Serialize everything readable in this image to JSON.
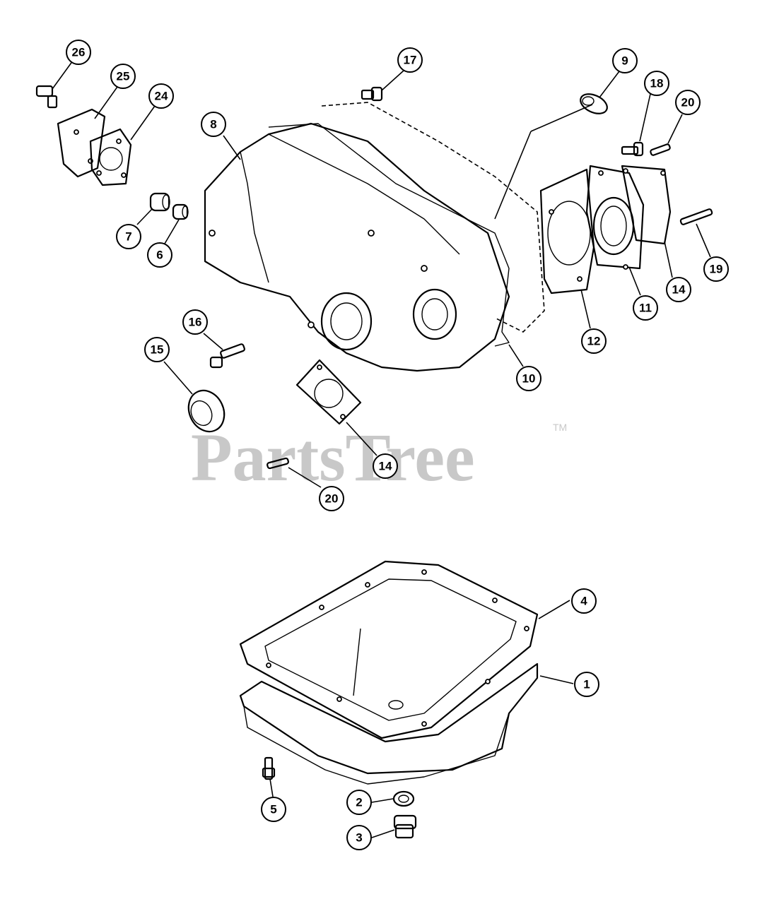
{
  "watermark": {
    "text": "PartsTree",
    "trademark": "TM"
  },
  "callouts": [
    {
      "id": "c26",
      "label": "26"
    },
    {
      "id": "c25",
      "label": "25"
    },
    {
      "id": "c24",
      "label": "24"
    },
    {
      "id": "c17",
      "label": "17"
    },
    {
      "id": "c9",
      "label": "9"
    },
    {
      "id": "c18",
      "label": "18"
    },
    {
      "id": "c20a",
      "label": "20"
    },
    {
      "id": "c8",
      "label": "8"
    },
    {
      "id": "c7",
      "label": "7"
    },
    {
      "id": "c6",
      "label": "6"
    },
    {
      "id": "c19",
      "label": "19"
    },
    {
      "id": "c14a",
      "label": "14"
    },
    {
      "id": "c11",
      "label": "11"
    },
    {
      "id": "c12",
      "label": "12"
    },
    {
      "id": "c16",
      "label": "16"
    },
    {
      "id": "c15",
      "label": "15"
    },
    {
      "id": "c10",
      "label": "10"
    },
    {
      "id": "c14b",
      "label": "14"
    },
    {
      "id": "c20b",
      "label": "20"
    },
    {
      "id": "c4",
      "label": "4"
    },
    {
      "id": "c1",
      "label": "1"
    },
    {
      "id": "c5",
      "label": "5"
    },
    {
      "id": "c2",
      "label": "2"
    },
    {
      "id": "c3",
      "label": "3"
    }
  ]
}
